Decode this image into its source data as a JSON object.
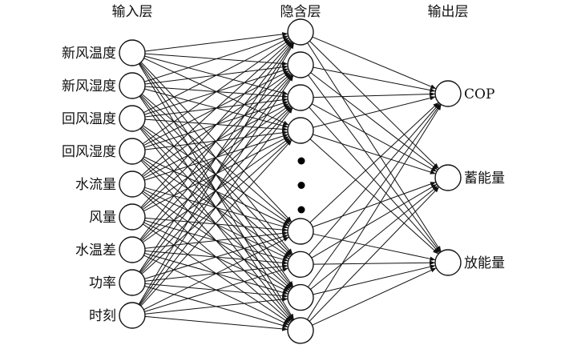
{
  "layers": {
    "input": {
      "title": "输入层",
      "nodes": [
        "新风温度",
        "新风湿度",
        "回风温度",
        "回风湿度",
        "水流量",
        "风量",
        "水温差",
        "功率",
        "时刻"
      ]
    },
    "hidden": {
      "title": "隐含层",
      "top_node_count": 4,
      "bottom_node_count": 4,
      "ellipsis_dots": 3
    },
    "output": {
      "title": "输出层",
      "nodes": [
        "COP",
        "蓄能量",
        "放能量"
      ]
    }
  },
  "connections": "fully-connected",
  "colors": {
    "stroke": "#111111",
    "background": "#ffffff"
  }
}
